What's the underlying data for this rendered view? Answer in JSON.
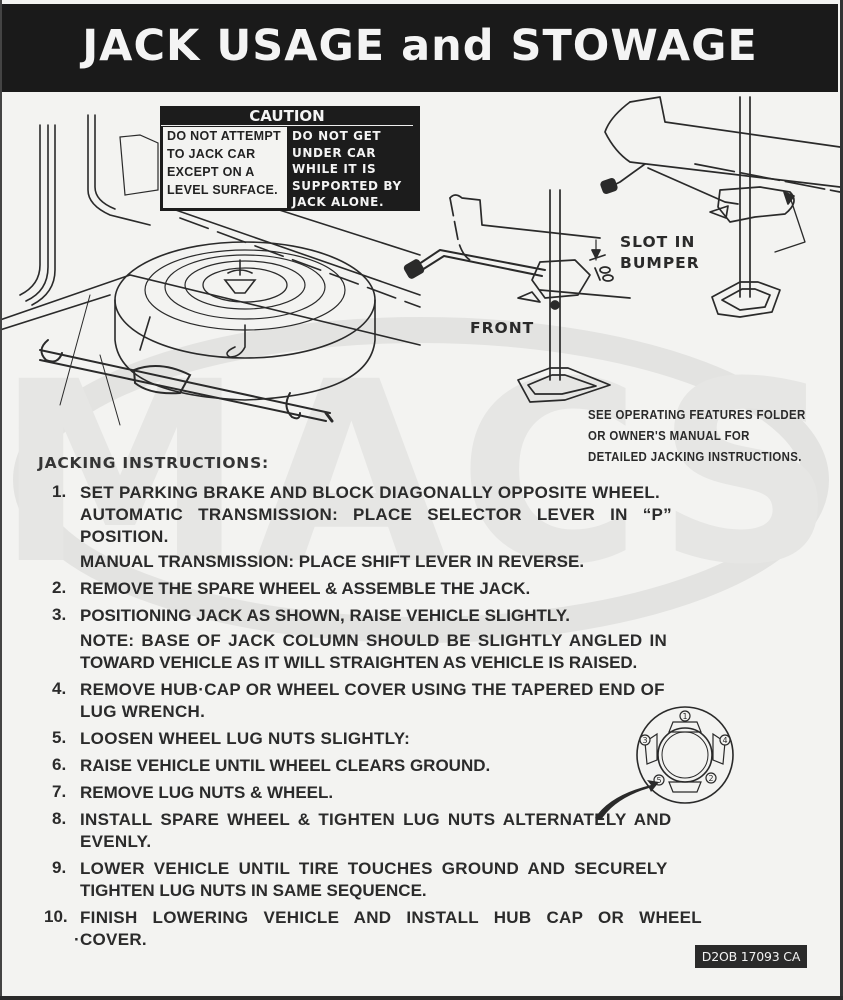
{
  "decal": {
    "title": "JACK USAGE and STOWAGE",
    "watermark_text": "MACS",
    "caution": {
      "heading": "CAUTION",
      "left_lines": [
        "DO NOT ATTEMPT",
        "TO JACK CAR",
        "EXCEPT ON A",
        "LEVEL SURFACE."
      ],
      "right_lines": [
        "DO NOT GET",
        "UNDER CAR",
        "WHILE IT IS",
        "SUPPORTED BY",
        "JACK ALONE."
      ]
    },
    "diagram_labels": {
      "slot_in_bumper": [
        "SLOT IN",
        "BUMPER"
      ],
      "front": "FRONT"
    },
    "see_note_lines": [
      "SEE OPERATING FEATURES FOLDER",
      "OR OWNER'S MANUAL FOR",
      "DETAILED JACKING INSTRUCTIONS."
    ],
    "instructions_heading": "JACKING INSTRUCTIONS:",
    "steps": [
      {
        "num": "1.",
        "lines": [
          "SET PARKING BRAKE AND BLOCK DIAGONALLY OPPOSITE WHEEL.",
          "AUTOMATIC TRANSMISSION: PLACE SELECTOR LEVER IN “P”",
          "POSITION.",
          "MANUAL TRANSMISSION: PLACE SHIFT LEVER IN REVERSE."
        ]
      },
      {
        "num": "2.",
        "lines": [
          "REMOVE THE SPARE WHEEL & ASSEMBLE THE JACK."
        ]
      },
      {
        "num": "3.",
        "lines": [
          "POSITIONING JACK AS SHOWN, RAISE VEHICLE SLIGHTLY.",
          "NOTE: BASE OF JACK COLUMN SHOULD BE SLIGHTLY ANGLED IN",
          "TOWARD VEHICLE AS IT WILL STRAIGHTEN AS VEHICLE IS RAISED."
        ]
      },
      {
        "num": "4.",
        "lines": [
          "REMOVE HUB·CAP OR WHEEL COVER USING THE TAPERED END OF",
          "LUG WRENCH."
        ]
      },
      {
        "num": "5.",
        "lines": [
          "LOOSEN WHEEL LUG NUTS SLIGHTLY:"
        ]
      },
      {
        "num": "6.",
        "lines": [
          "RAISE VEHICLE UNTIL WHEEL CLEARS GROUND."
        ]
      },
      {
        "num": "7.",
        "lines": [
          "REMOVE LUG NUTS & WHEEL."
        ]
      },
      {
        "num": "8.",
        "lines": [
          "INSTALL SPARE WHEEL & TIGHTEN LUG NUTS ALTERNATELY AND",
          "EVENLY."
        ]
      },
      {
        "num": "9.",
        "lines": [
          "LOWER VEHICLE UNTIL TIRE TOUCHES GROUND AND SECURELY",
          "TIGHTEN LUG NUTS IN SAME SEQUENCE."
        ]
      },
      {
        "num": "10.",
        "lines": [
          "FINISH LOWERING VEHICLE AND INSTALL HUB CAP OR WHEEL",
          "·COVER."
        ]
      }
    ],
    "lug_sequence_labels": [
      "1",
      "2",
      "3",
      "4",
      "5"
    ],
    "part_number": "D2OB 17093 CA",
    "colors": {
      "ink": "#1a1a1a",
      "paper": "#f3f3f1",
      "watermark": "#dcdcdc"
    }
  }
}
